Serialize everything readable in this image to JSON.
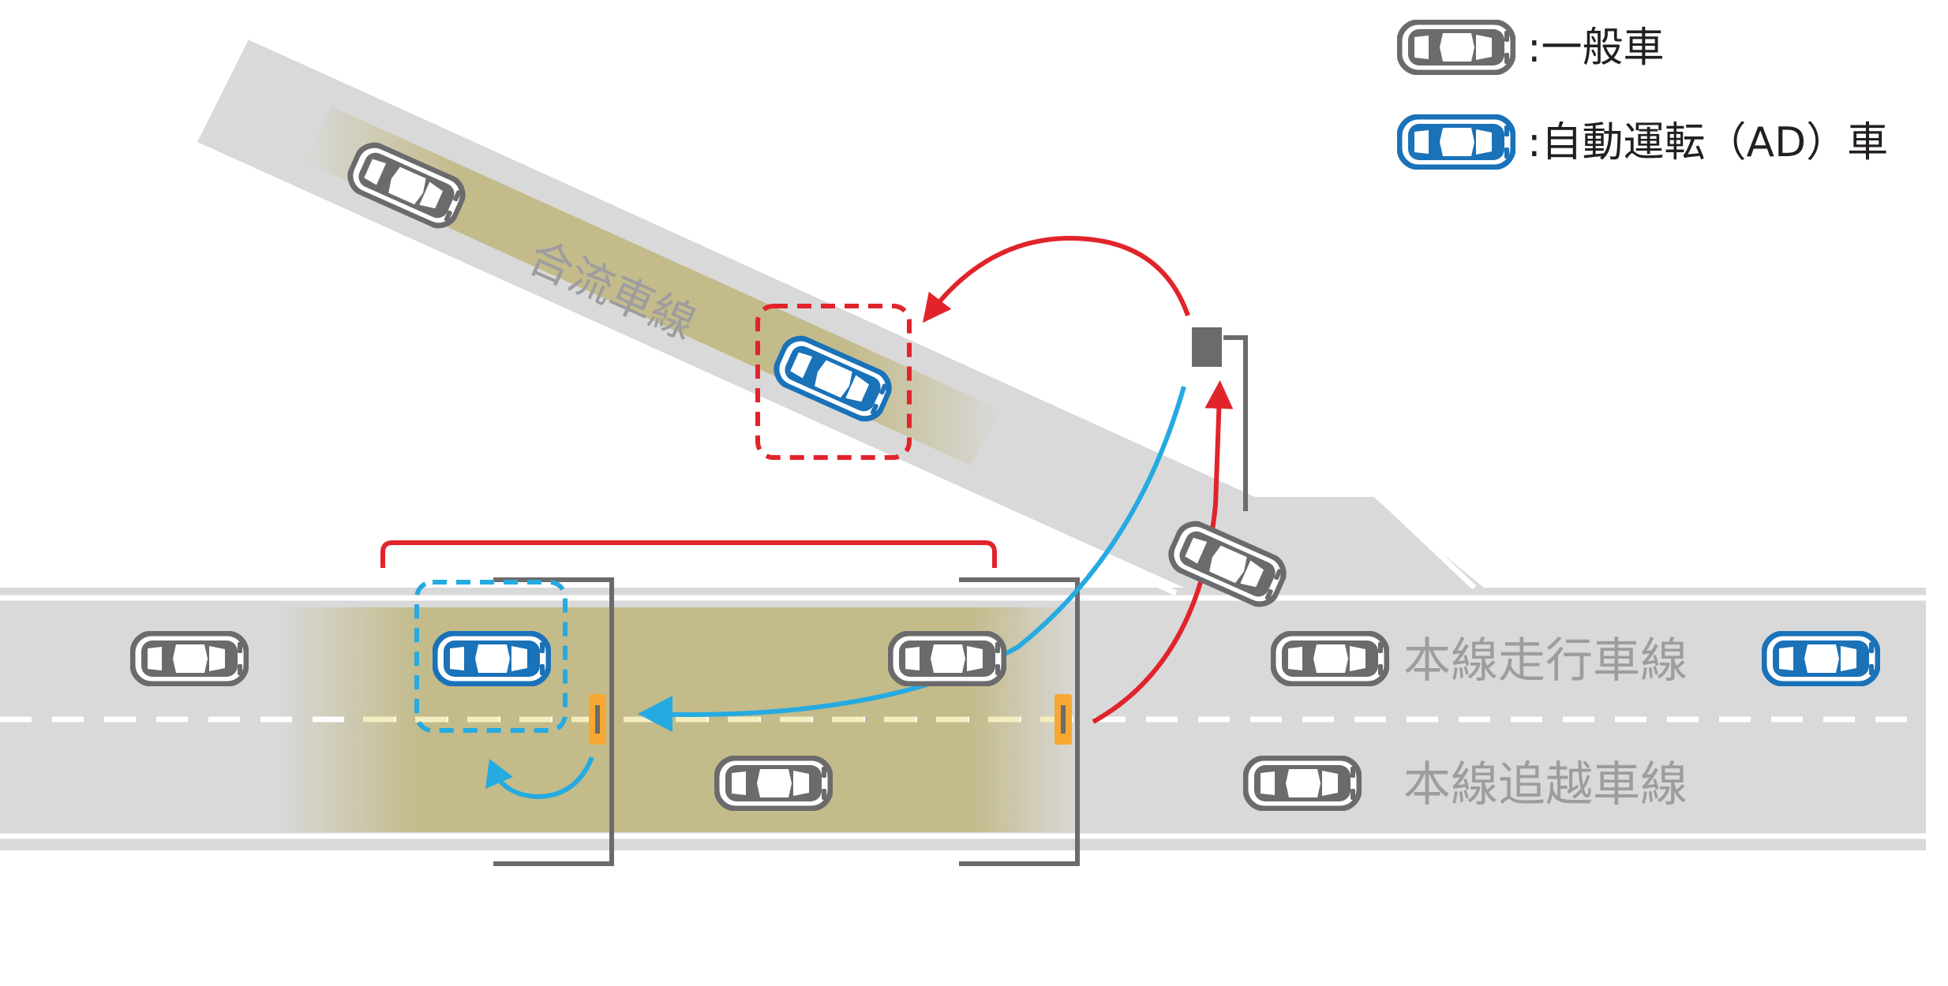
{
  "legend": {
    "regular_vehicle": ":一般車",
    "ad_vehicle": ":自動運転（AD）車"
  },
  "lanes": {
    "merge_lane": "合流車線",
    "main_driving_lane": "本線走行車線",
    "main_passing_lane": "本線追越車線"
  },
  "colors": {
    "regular_vehicle": "#6b6b6d",
    "ad_vehicle": "#1a72b9",
    "road": "#d9d9d9",
    "highlight": "#c3bb8a",
    "merge_arrow": "#e1242b",
    "lane_change_arrow": "#25aae1",
    "sensor": "#f7a833",
    "lane_label": "#9d9d9f"
  },
  "icons": {
    "roadside_sensor": "sensor-icon",
    "pole": "pole-icon"
  }
}
